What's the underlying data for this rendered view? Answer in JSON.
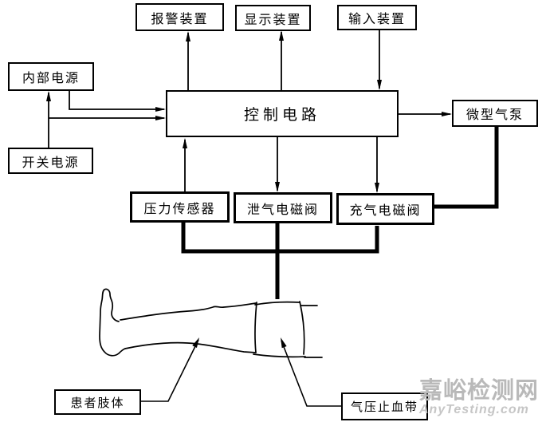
{
  "diagram": {
    "title_hint": "pneumatic-tourniquet-system-block-diagram",
    "blocks": {
      "alarm": "报警装置",
      "display": "显示装置",
      "input": "输入装置",
      "internal_power": "内部电源",
      "switch_power": "开关电源",
      "control": "控制电路",
      "pump": "微型气泵",
      "pressure_sensor": "压力传感器",
      "deflate_valve": "泄气电磁阀",
      "inflate_valve": "充气电磁阀",
      "patient_limb": "患者肢体",
      "tourniquet": "气压止血带"
    },
    "edges": [
      "控制电路 → 报警装置",
      "控制电路 → 显示装置",
      "输入装置 → 控制电路",
      "内部电源 → 控制电路",
      "开关电源 → 内部电源",
      "开关电源 → 控制电路",
      "控制电路 → 微型气泵",
      "压力传感器 → 控制电路",
      "控制电路 → 泄气电磁阀",
      "控制电路 → 充气电磁阀",
      "微型气泵 — 充气电磁阀 (气路)",
      "压力传感器/泄气电磁阀/充气电磁阀 — 气压止血带 (气路)"
    ],
    "colors": {
      "line": "#000000",
      "background": "#ffffff",
      "watermark_cn": "#b9b9b9",
      "watermark_en": "#c6c6c6"
    },
    "watermark": {
      "title": "嘉峪检测网",
      "subtitle": "AnyTesting.com"
    }
  }
}
